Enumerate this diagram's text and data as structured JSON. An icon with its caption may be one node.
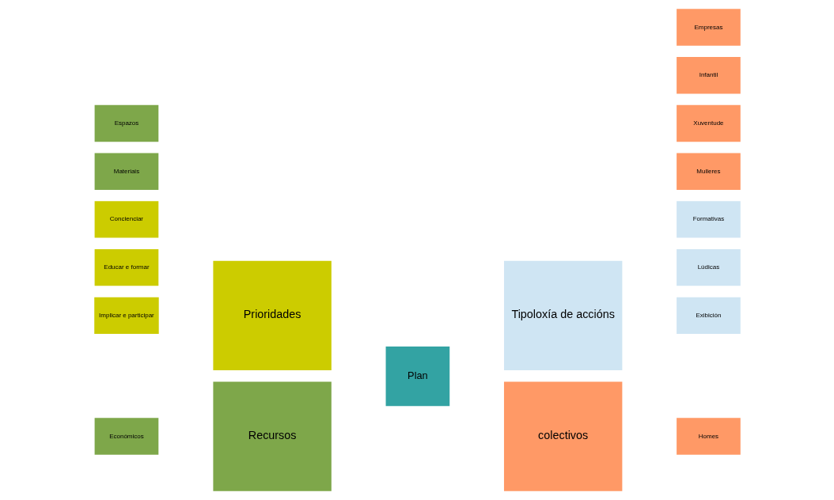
{
  "diagram": {
    "nodes": [
      {
        "text": [
          "Implicar e participar"
        ]
      },
      {
        "text": [
          "Educar e formar"
        ]
      },
      {
        "text": [
          "Concienciar"
        ]
      },
      {
        "text": [
          "Prioridades"
        ]
      },
      {
        "text": [
          "Tipoloxía de accións"
        ]
      },
      {
        "text": [
          "Exibición"
        ]
      },
      {
        "text": [
          "Lúdicas"
        ]
      },
      {
        "text": [
          "Formativas"
        ]
      },
      {
        "text": [
          "Plan"
        ]
      },
      {
        "text": [
          "Económicos"
        ]
      },
      {
        "text": [
          "Materiais"
        ]
      },
      {
        "text": [
          "Espazos"
        ]
      },
      {
        "text": [
          "Recursos"
        ]
      },
      {
        "text": [
          "colectivos"
        ]
      },
      {
        "text": [
          "Homes"
        ]
      },
      {
        "text": [
          "Mulleres"
        ]
      },
      {
        "text": [
          "Xuventude"
        ]
      },
      {
        "text": [
          "Infantil"
        ]
      },
      {
        "text": [
          "Empresas"
        ]
      }
    ]
  }
}
